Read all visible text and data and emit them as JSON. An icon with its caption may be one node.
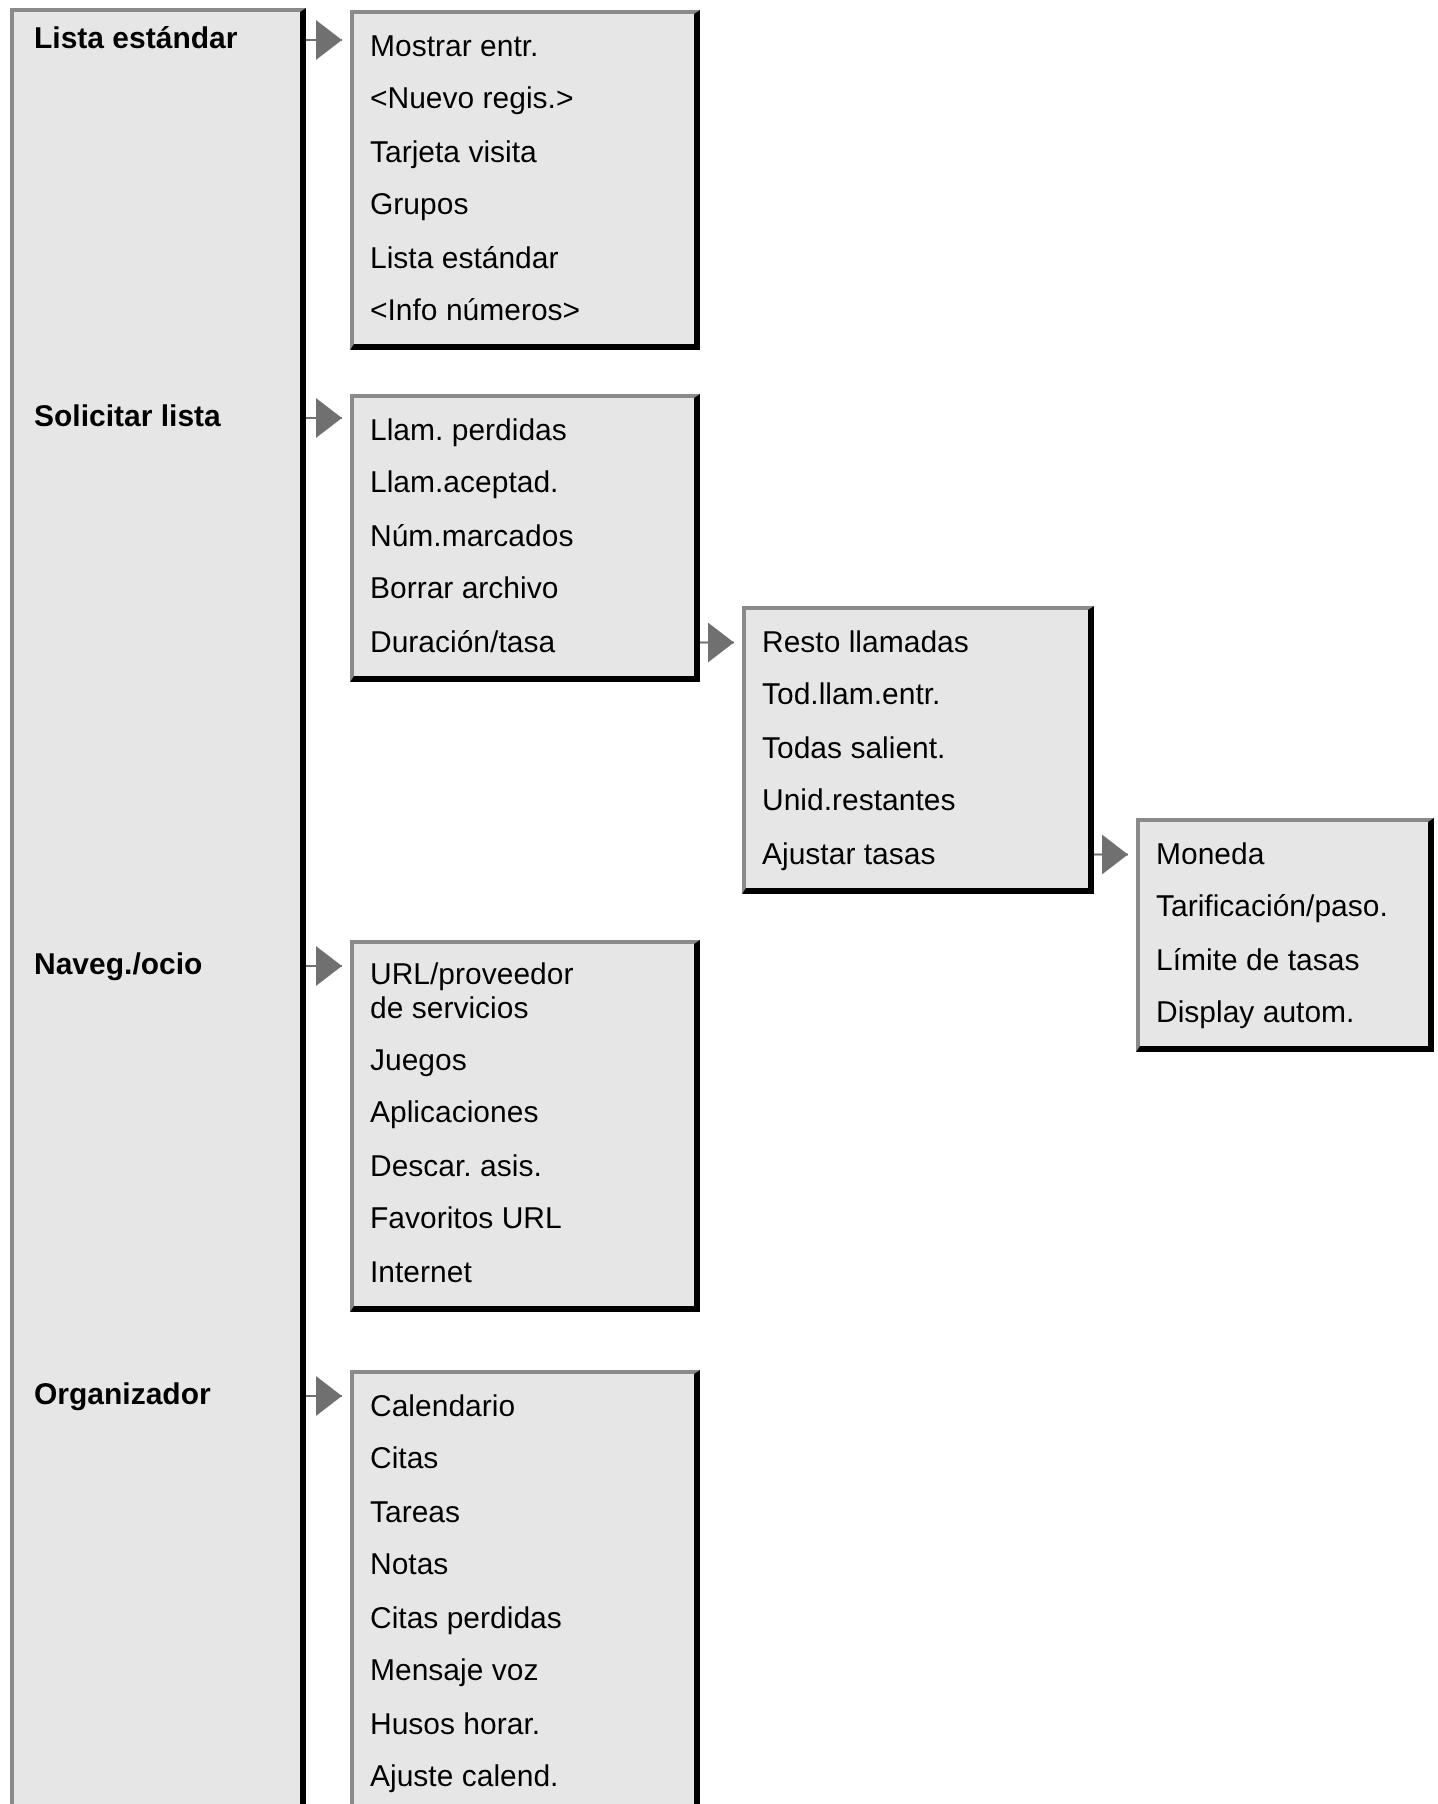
{
  "diagram": {
    "nodes": [
      {
        "text": [],
        "shape": "box"
      },
      {
        "text": [
          "Lista estándar"
        ],
        "in": 0
      },
      {
        "text": [],
        "shape": "box"
      },
      {
        "text": [
          "Mostrar entr."
        ],
        "in": 2
      },
      {
        "text": [
          "<Nuevo regis.>"
        ],
        "in": 2
      },
      {
        "text": [
          "Tarjeta visita"
        ],
        "in": 2
      },
      {
        "text": [
          "Grupos"
        ],
        "in": 2
      },
      {
        "text": [
          "Lista estándar"
        ],
        "in": 2
      },
      {
        "text": [
          "<Info números>"
        ],
        "in": 2
      },
      {
        "text": [
          "Solicitar lista"
        ],
        "in": 0
      },
      {
        "text": [],
        "shape": "box"
      },
      {
        "text": [
          "Llam. perdidas"
        ],
        "in": 10
      },
      {
        "text": [
          "Llam.aceptad."
        ],
        "in": 10
      },
      {
        "text": [
          "Núm.marcados"
        ],
        "in": 10
      },
      {
        "text": [
          "Borrar archivo"
        ],
        "in": 10
      },
      {
        "text": [
          "Duración/tasa"
        ],
        "in": 10
      },
      {
        "text": [],
        "shape": "box"
      },
      {
        "text": [
          "Resto llamadas"
        ],
        "in": 16
      },
      {
        "text": [
          "Tod.llam.entr."
        ],
        "in": 16
      },
      {
        "text": [
          "Todas salient."
        ],
        "in": 16
      },
      {
        "text": [
          "Unid.restantes"
        ],
        "in": 16
      },
      {
        "text": [
          "Ajustar tasas"
        ],
        "in": 16
      },
      {
        "text": [],
        "shape": "box"
      },
      {
        "text": [
          "Moneda"
        ],
        "in": 22
      },
      {
        "text": [
          "Tarificación/paso."
        ],
        "in": 22
      },
      {
        "text": [
          "Límite de tasas"
        ],
        "in": 22
      },
      {
        "text": [
          "Display autom."
        ],
        "in": 22
      },
      {
        "text": [
          "Naveg./ocio"
        ],
        "in": 0
      },
      {
        "text": [],
        "shape": "box"
      },
      {
        "text": [
          "URL/proveedor de servicios"
        ],
        "in": 28
      },
      {
        "text": [
          "Juegos"
        ],
        "in": 28
      },
      {
        "text": [
          "Aplicaciones"
        ],
        "in": 28
      },
      {
        "text": [
          "Descar. asis."
        ],
        "in": 28
      },
      {
        "text": [
          "Favoritos URL"
        ],
        "in": 28
      },
      {
        "text": [
          "Internet"
        ],
        "in": 28
      },
      {
        "text": [
          "Organizador"
        ],
        "in": 0
      },
      {
        "text": [],
        "shape": "box"
      },
      {
        "text": [
          "Calendario"
        ],
        "in": 36
      },
      {
        "text": [
          "Citas"
        ],
        "in": 36
      },
      {
        "text": [
          "Tareas"
        ],
        "in": 36
      },
      {
        "text": [
          "Notas"
        ],
        "in": 36
      },
      {
        "text": [
          "Citas perdidas"
        ],
        "in": 36
      },
      {
        "text": [
          "Mensaje voz"
        ],
        "in": 36
      },
      {
        "text": [
          "Husos horar."
        ],
        "in": 36
      },
      {
        "text": [
          "Ajuste calend."
        ],
        "in": 36
      }
    ],
    "edges": [
      {
        "from": 1,
        "to": 2,
        "arrow": "to"
      },
      {
        "from": 9,
        "to": 10,
        "arrow": "to"
      },
      {
        "from": 15,
        "to": 16,
        "arrow": "to"
      },
      {
        "from": 21,
        "to": 22,
        "arrow": "to"
      },
      {
        "from": 27,
        "to": 28,
        "arrow": "to"
      },
      {
        "from": 35,
        "to": 36,
        "arrow": "to"
      }
    ]
  }
}
